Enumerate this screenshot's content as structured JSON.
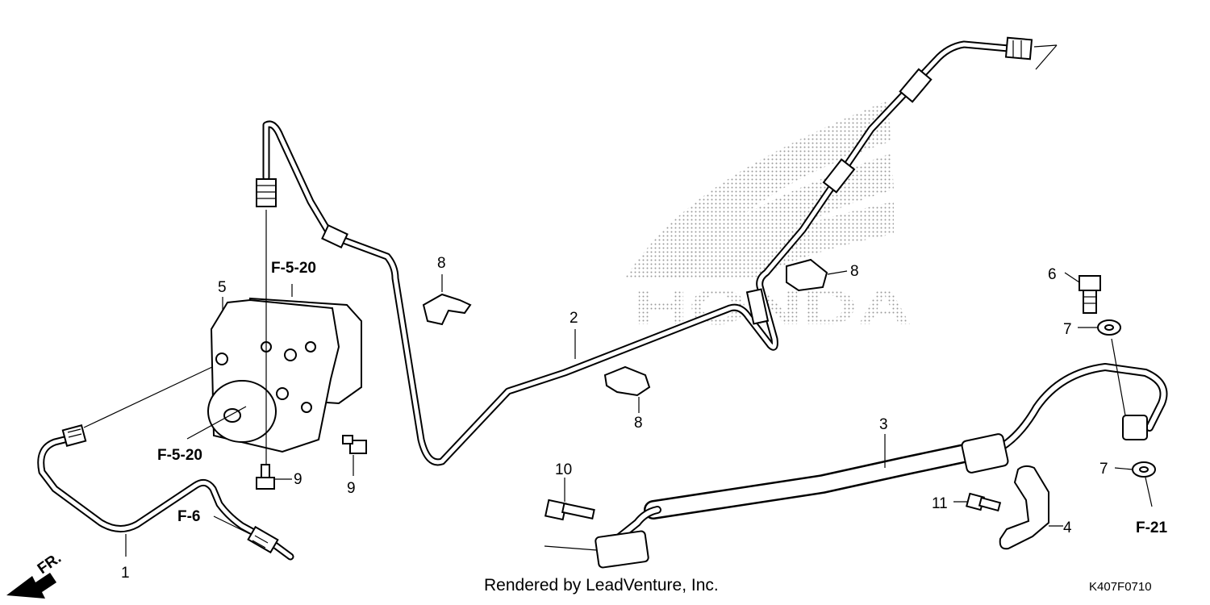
{
  "callouts": {
    "c1": "1",
    "c2": "2",
    "c3": "3",
    "c4": "4",
    "c5": "5",
    "c6": "6",
    "c7a": "7",
    "c7b": "7",
    "c8a": "8",
    "c8b": "8",
    "c8c": "8",
    "c9a": "9",
    "c9b": "9",
    "c10": "10",
    "c11": "11"
  },
  "refs": {
    "f520_top": "F-5-20",
    "f520_bottom": "F-5-20",
    "f6": "F-6",
    "f21": "F-21"
  },
  "direction": "FR.",
  "watermark": "HONDA",
  "footer": {
    "credit": "Rendered by LeadVenture, Inc.",
    "diagram_code": "K407F0710"
  }
}
